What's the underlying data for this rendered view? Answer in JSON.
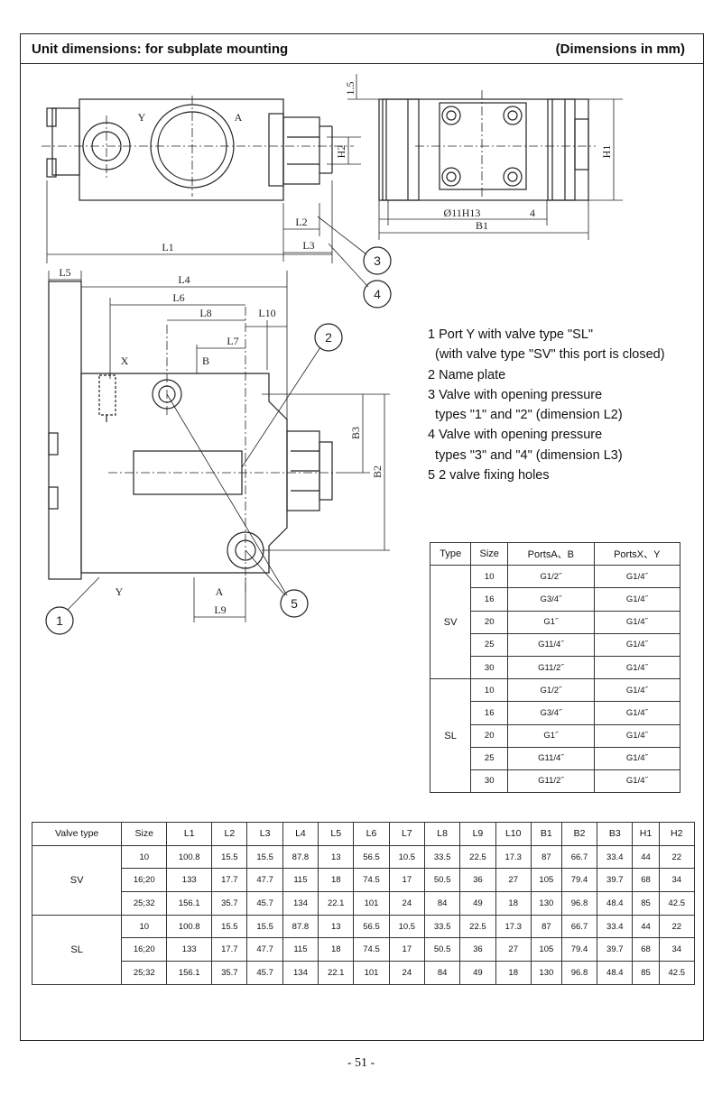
{
  "header": {
    "title": "Unit dimensions: for subplate mounting",
    "units": "(Dimensions in mm)"
  },
  "drawing": {
    "labels": [
      "1.5",
      "H1",
      "H2",
      "L1",
      "L2",
      "L3",
      "L4",
      "L5",
      "L6",
      "L7",
      "L8",
      "L10",
      "L9",
      "B1",
      "B2",
      "B3",
      "Ø11H13",
      "4",
      "X",
      "Y",
      "A",
      "B"
    ],
    "callouts": [
      "1",
      "2",
      "3",
      "4",
      "5"
    ]
  },
  "legend": [
    "1 Port Y with valve type \"SL\"",
    "  (with valve type \"SV\" this port is closed)",
    "2 Name plate",
    "3 Valve with opening pressure",
    "  types \"1\" and \"2\" (dimension L2)",
    "4 Valve with opening pressure",
    "  types \"3\" and \"4\" (dimension L3)",
    "5 2 valve fixing holes"
  ],
  "ports_table": {
    "headers": [
      "Type",
      "Size",
      "PortsA、B",
      "PortsX、Y"
    ],
    "groups": [
      {
        "type": "SV",
        "rows": [
          [
            "10",
            "G1/2˝",
            "G1/4˝"
          ],
          [
            "16",
            "G3/4˝",
            "G1/4˝"
          ],
          [
            "20",
            "G1˝",
            "G1/4˝"
          ],
          [
            "25",
            "G11/4˝",
            "G1/4˝"
          ],
          [
            "30",
            "G11/2˝",
            "G1/4˝"
          ]
        ]
      },
      {
        "type": "SL",
        "rows": [
          [
            "10",
            "G1/2˝",
            "G1/4˝"
          ],
          [
            "16",
            "G3/4˝",
            "G1/4˝"
          ],
          [
            "20",
            "G1˝",
            "G1/4˝"
          ],
          [
            "25",
            "G11/4˝",
            "G1/4˝"
          ],
          [
            "30",
            "G11/2˝",
            "G1/4˝"
          ]
        ]
      }
    ]
  },
  "dims_table": {
    "headers": [
      "Valve type",
      "Size",
      "L1",
      "L2",
      "L3",
      "L4",
      "L5",
      "L6",
      "L7",
      "L8",
      "L9",
      "L10",
      "B1",
      "B2",
      "B3",
      "H1",
      "H2"
    ],
    "groups": [
      {
        "type": "SV",
        "rows": [
          [
            "10",
            "100.8",
            "15.5",
            "15.5",
            "87.8",
            "13",
            "56.5",
            "10.5",
            "33.5",
            "22.5",
            "17.3",
            "87",
            "66.7",
            "33.4",
            "44",
            "22"
          ],
          [
            "16;20",
            "133",
            "17.7",
            "47.7",
            "115",
            "18",
            "74.5",
            "17",
            "50.5",
            "36",
            "27",
            "105",
            "79.4",
            "39.7",
            "68",
            "34"
          ],
          [
            "25;32",
            "156.1",
            "35.7",
            "45.7",
            "134",
            "22.1",
            "101",
            "24",
            "84",
            "49",
            "18",
            "130",
            "96.8",
            "48.4",
            "85",
            "42.5"
          ]
        ]
      },
      {
        "type": "SL",
        "rows": [
          [
            "10",
            "100.8",
            "15.5",
            "15.5",
            "87.8",
            "13",
            "56.5",
            "10.5",
            "33.5",
            "22.5",
            "17.3",
            "87",
            "66.7",
            "33.4",
            "44",
            "22"
          ],
          [
            "16;20",
            "133",
            "17.7",
            "47.7",
            "115",
            "18",
            "74.5",
            "17",
            "50.5",
            "36",
            "27",
            "105",
            "79.4",
            "39.7",
            "68",
            "34"
          ],
          [
            "25;32",
            "156.1",
            "35.7",
            "45.7",
            "134",
            "22.1",
            "101",
            "24",
            "84",
            "49",
            "18",
            "130",
            "96.8",
            "48.4",
            "85",
            "42.5"
          ]
        ]
      }
    ]
  },
  "page_number": "- 51 -"
}
